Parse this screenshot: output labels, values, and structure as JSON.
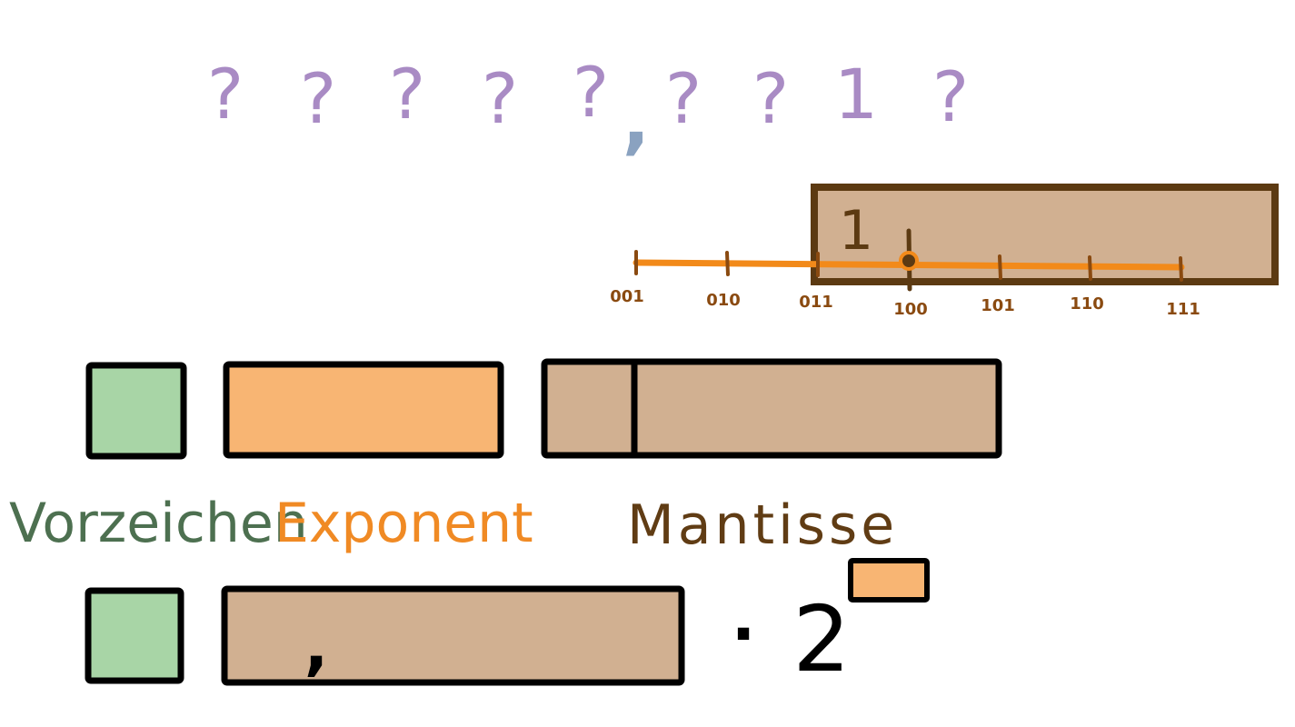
{
  "digits": {
    "items": [
      "?",
      "?",
      "?",
      "?",
      "?",
      "?",
      "?",
      "1",
      "?"
    ],
    "separator": ","
  },
  "number_line": {
    "ticks": [
      "001",
      "010",
      "011",
      "100",
      "101",
      "110",
      "111"
    ],
    "marked_value": "100",
    "box_label": "1"
  },
  "labels": {
    "sign": "Vorzeichen",
    "exponent": "Exponent",
    "mantissa": "Mantisse"
  },
  "formula": {
    "comma": ",",
    "dot": "·",
    "base": "2"
  },
  "colors": {
    "question": "#a98bc4",
    "comma": "#8aa2c0",
    "sign_green": "#a8d5a6",
    "exponent_orange": "#f8b573",
    "mantissa_tan": "#d1b091",
    "brown": "#5c3a12",
    "tick_brown": "#8a4a10",
    "line_orange": "#f28a1a",
    "label_green": "#4d7050",
    "label_orange": "#f08a24",
    "label_brown": "#603c14"
  }
}
